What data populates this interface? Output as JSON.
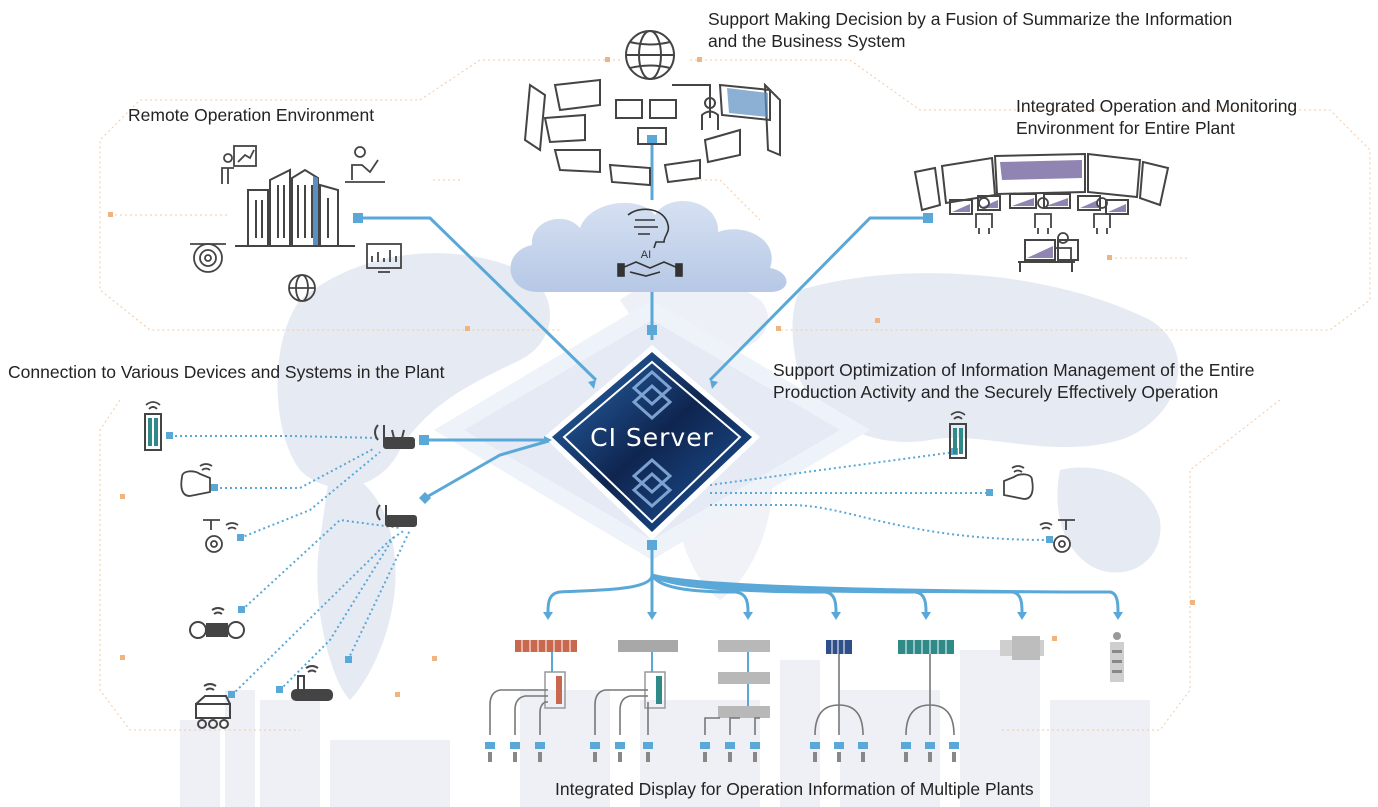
{
  "labels": {
    "top": [
      "Support Making Decision by a Fusion of Summarize the Information",
      "and the Business System"
    ],
    "remote": "Remote Operation Environment",
    "integrated": [
      "Integrated Operation and Monitoring",
      "Environment for Entire Plant"
    ],
    "connection": "Connection to Various Devices and Systems in the Plant",
    "optimization": [
      "Support Optimization of Information Management of the Entire",
      "Production Activity and the Securely Effectively Operation"
    ],
    "bottom": "Integrated Display for Operation Information of Multiple Plants"
  },
  "server": {
    "label": "CI Server"
  },
  "cloud": {
    "label": "AI"
  },
  "colors": {
    "line": "#5aa8d8",
    "dot": "#5aa8d8",
    "server_dark": "#0f2550",
    "server_mid": "#1f5aa0",
    "cloud": "#c3d2ea",
    "ctrl_red": "#c8684e",
    "ctrl_teal": "#2f8a88",
    "ctrl_gray": "#a8a8a8",
    "ctrl_navy": "#2f4f8a",
    "accent_purple": "#7d6fa6",
    "bg_map": "#e4e8f1",
    "orange_dot": "#f0b480"
  },
  "icons": [
    "globe-icon",
    "meeting-person-icon",
    "building-icon",
    "presenter-icon",
    "laptop-worker-icon",
    "target-icon",
    "monitor-chart-icon",
    "network-globe-icon",
    "operator-icon",
    "wireless-sensor-icon",
    "vr-headset-icon",
    "camera-icon",
    "router-icon",
    "drone-icon",
    "robot-vehicle-icon",
    "crawler-robot-icon",
    "controller-rack-icon",
    "field-device-icon",
    "ai-head-icon",
    "handshake-icon"
  ]
}
